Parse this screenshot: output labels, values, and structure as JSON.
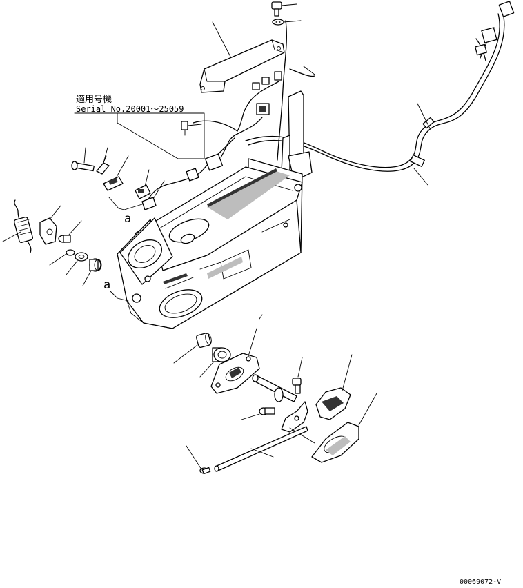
{
  "serial_note": {
    "line1": "適用号機",
    "line2": "Serial No.20001～25059"
  },
  "callout_a_upper": "a",
  "callout_a_lower": "a",
  "drawing_number": "00069072-V"
}
